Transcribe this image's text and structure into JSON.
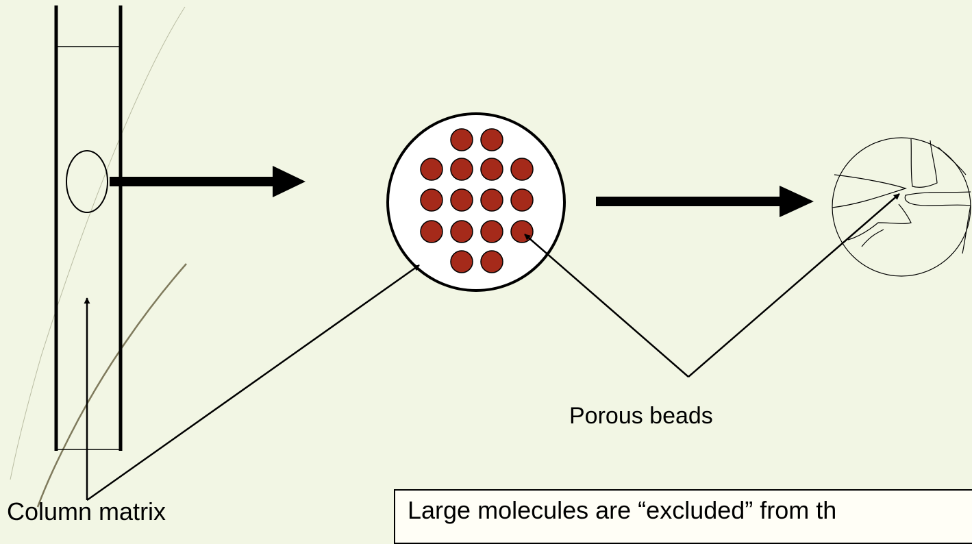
{
  "labels": {
    "porous_beads": "Porous beads",
    "column_matrix": "Column matrix",
    "note": "Large molecules are “excluded” from th"
  },
  "colors": {
    "background": "#f2f6e4",
    "bead_fill": "#a52a1a",
    "stroke": "#000000",
    "decorative_curve": "#8a8a72"
  }
}
